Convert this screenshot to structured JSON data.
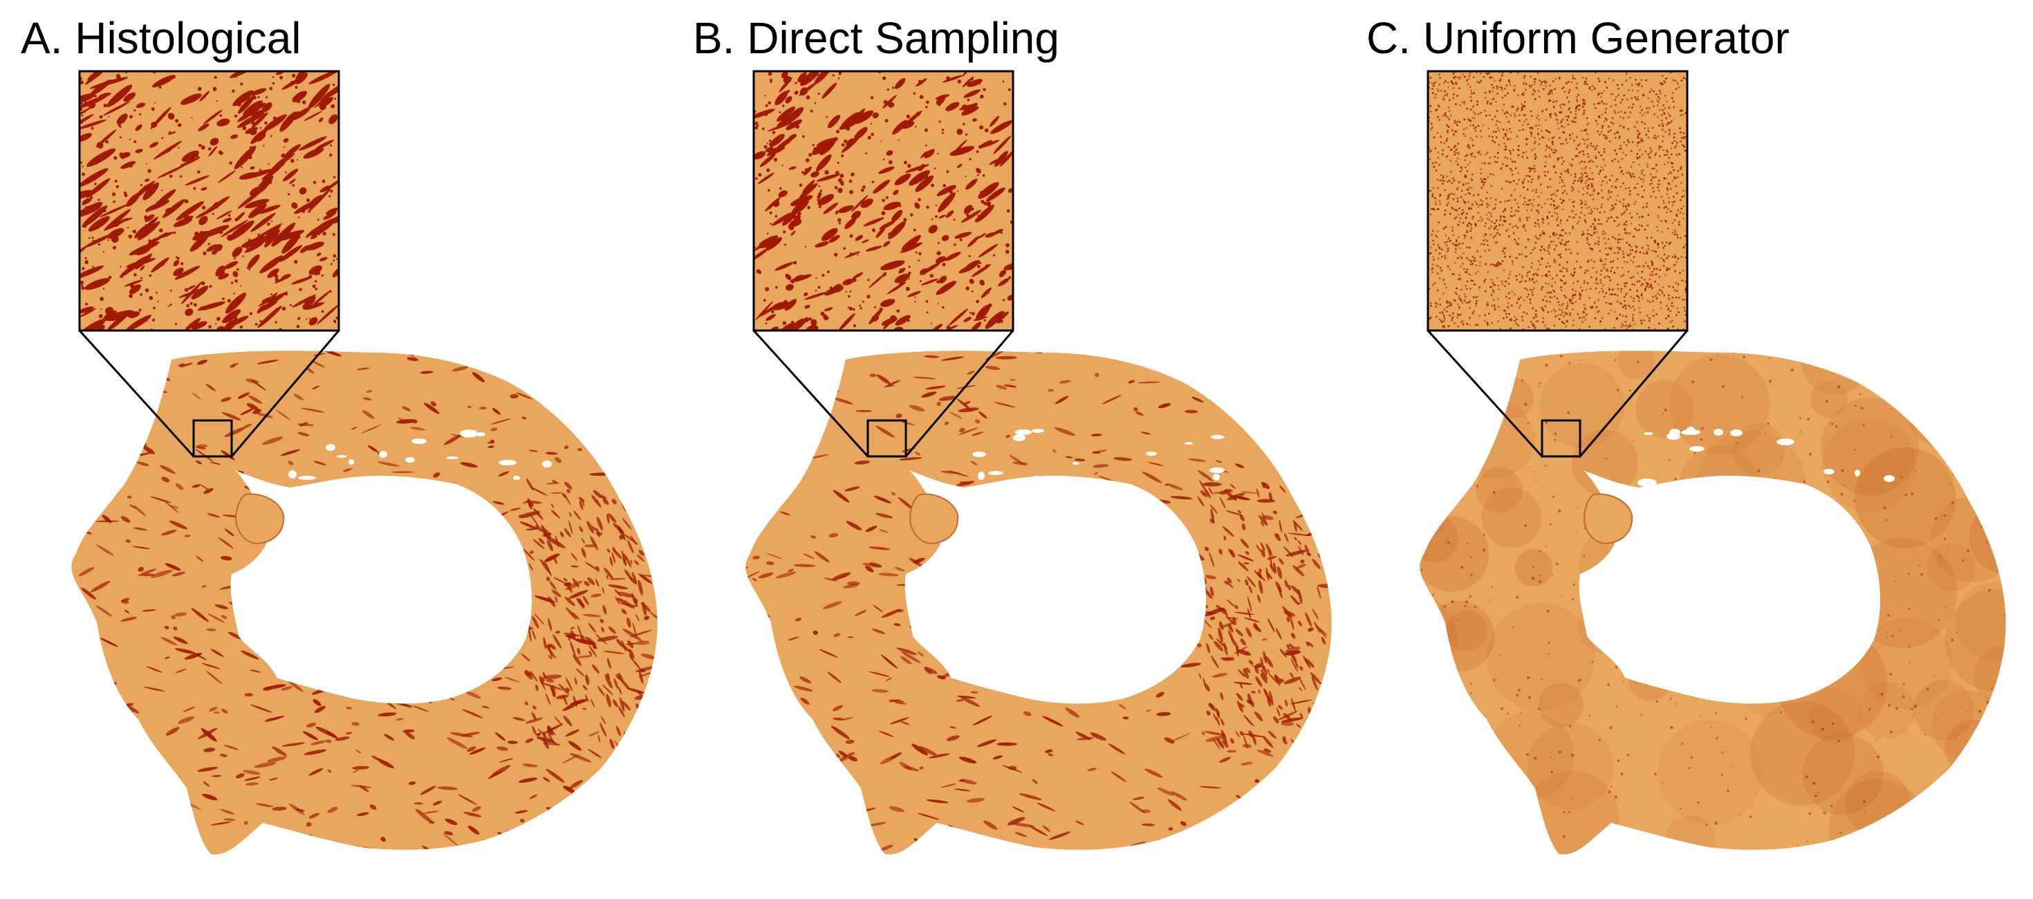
{
  "figure": {
    "panels": [
      {
        "id": "histological",
        "title": "A. Histological",
        "texture": "histological"
      },
      {
        "id": "direct-sampling",
        "title": "B. Direct Sampling",
        "texture": "direct"
      },
      {
        "id": "uniform-generator",
        "title": "C. Uniform Generator",
        "texture": "uniform"
      }
    ],
    "colors": {
      "tissue": "#e8a75c",
      "fibrosis": "#a01a06",
      "background": "#ffffff",
      "outline": "#000000"
    }
  }
}
